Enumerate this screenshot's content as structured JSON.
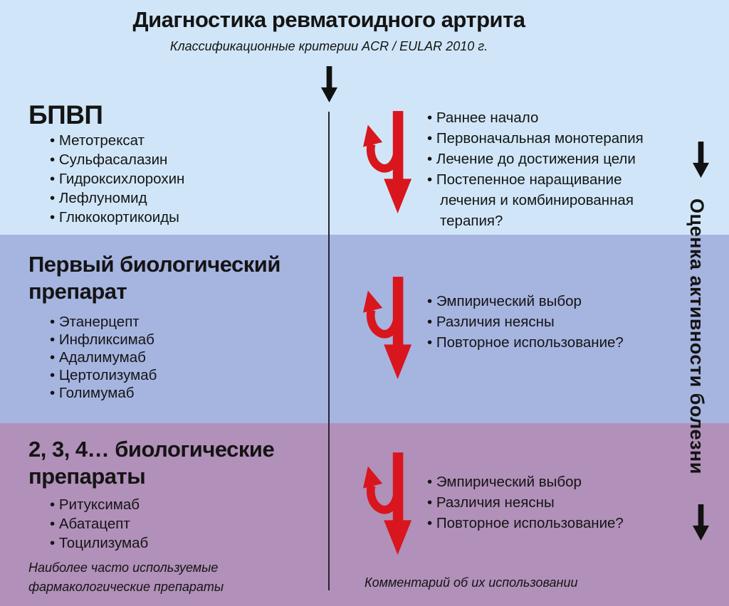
{
  "header": {
    "title": "Диагностика ревматоидного артрита",
    "subtitle": "Классификационные критерии ACR / EULAR 2010 г."
  },
  "sections": [
    {
      "heading": "БПВП",
      "drugs": [
        "Метотрексат",
        "Сульфасалазин",
        "Гидроксихлорохин",
        "Лефлуномид",
        "Глюкокортикоиды"
      ],
      "comments": [
        "Раннее начало",
        "Первоначальная монотерапия",
        "Лечение до достижения цели",
        "Постепенное наращивание лечения и комбинированная терапия?"
      ]
    },
    {
      "heading": "Первый биологический препарат",
      "drugs": [
        "Этанерцепт",
        "Инфликсимаб",
        "Адалимумаб",
        "Цертолизумаб",
        "Голимумаб"
      ],
      "comments": [
        "Эмпирический выбор",
        "Различия неясны",
        "Повторное использование?"
      ]
    },
    {
      "heading": "2, 3, 4… биологические препараты",
      "drugs": [
        "Ритуксимаб",
        "Абатацепт",
        "Тоцилизумаб"
      ],
      "comments": [
        "Эмпирический выбор",
        "Различия неясны",
        "Повторное использование?"
      ]
    }
  ],
  "captions": {
    "left": "Наиболее часто используемые фармакологические препараты",
    "center": "Комментарий об их использовании"
  },
  "right_rail": {
    "label": "Оценка активности болезни"
  },
  "icons": {
    "top_flow_arrow": "black-down-arrow",
    "section_arrow": "red-down-arrow-with-up-left-branch",
    "activity_top_arrow": "black-down-arrow",
    "activity_bottom_arrow": "black-down-arrow"
  },
  "colors": {
    "band_dmard": "#d0e6f8",
    "band_first_biologic": "#a6b4e0",
    "band_next_biologics": "#b190b9",
    "arrow_red": "#d9161d",
    "arrow_black": "#111111",
    "text": "#141414"
  }
}
